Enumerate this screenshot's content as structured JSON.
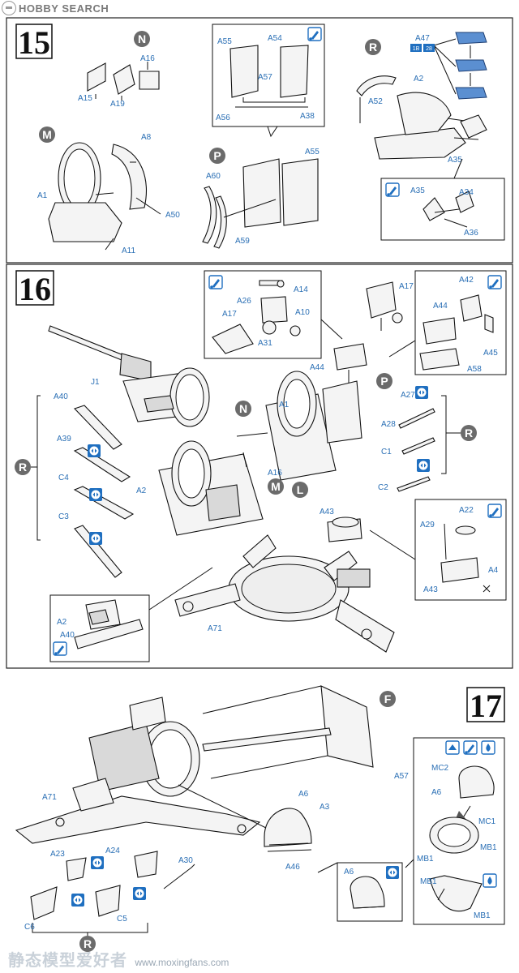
{
  "header": {
    "brand": "HOBBY SEARCH"
  },
  "footer": {
    "watermark_cn": "静态模型爱好者",
    "watermark_url": "www.moxingfans.com"
  },
  "steps": {
    "s15": "15",
    "s16": "16",
    "s17": "17"
  },
  "letters": {
    "s15_n": "N",
    "s15_m": "M",
    "s15_p": "P",
    "s15_r": "R",
    "s16_r_left": "R",
    "s16_n": "N",
    "s16_m": "M",
    "s16_l": "L",
    "s16_p": "P",
    "s16_r_right": "R",
    "s17_f": "F",
    "s17_r": "R"
  },
  "stack_badges": {
    "b1": "1B",
    "b2": "28"
  },
  "labels": {
    "s15": {
      "a15": "A15",
      "a16": "A16",
      "a19": "A19",
      "a55_c": "A55",
      "a54": "A54",
      "a57": "A57",
      "a56": "A56",
      "a38": "A38",
      "a47": "A47",
      "a2": "A2",
      "a52": "A52",
      "a35": "A35",
      "a8": "A8",
      "a1": "A1",
      "a50": "A50",
      "a11": "A11",
      "a60": "A60",
      "a55": "A55",
      "a59": "A59",
      "a35_c": "A35",
      "a34": "A34",
      "a36": "A36"
    },
    "s16": {
      "j1": "J1",
      "a26": "A26",
      "a14": "A14",
      "a17_c": "A17",
      "a10": "A10",
      "a31": "A31",
      "a17": "A17",
      "a44": "A44",
      "a42": "A42",
      "a44_c": "A44",
      "a45": "A45",
      "a58": "A58",
      "a40": "A40",
      "a39": "A39",
      "c4": "C4",
      "c3": "C3",
      "a1": "A1",
      "a16": "A16",
      "a2": "A2",
      "a27": "A27",
      "a28": "A28",
      "c1": "C1",
      "c2": "C2",
      "a22": "A22",
      "a29": "A29",
      "a43_c": "A43",
      "a4": "A4",
      "a43": "A43",
      "a71": "A71",
      "a2_c": "A2",
      "a40_c": "A40"
    },
    "s17": {
      "a57": "A57",
      "a71": "A71",
      "a6": "A6",
      "a3": "A3",
      "a46": "A46",
      "a23": "A23",
      "a24": "A24",
      "a30": "A30",
      "c6": "C6",
      "c5": "C5",
      "mc2": "MC2",
      "a6_c": "A6",
      "mc1": "MC1",
      "mb1_a": "MB1",
      "mb1_b": "MB1",
      "a6_c2": "A6",
      "mb1_c": "MB1",
      "mb1_d": "MB1"
    }
  },
  "colors": {
    "label_blue": "#2a6fb5",
    "icon_blue": "#1f6fc0",
    "letter_grey": "#6b6b6b",
    "part_blue": "#5b8fd1"
  },
  "icons": {
    "glue": "glue-icon",
    "left_right": "left-right-icon",
    "paint": "paint-icon",
    "flip": "flip-icon"
  }
}
